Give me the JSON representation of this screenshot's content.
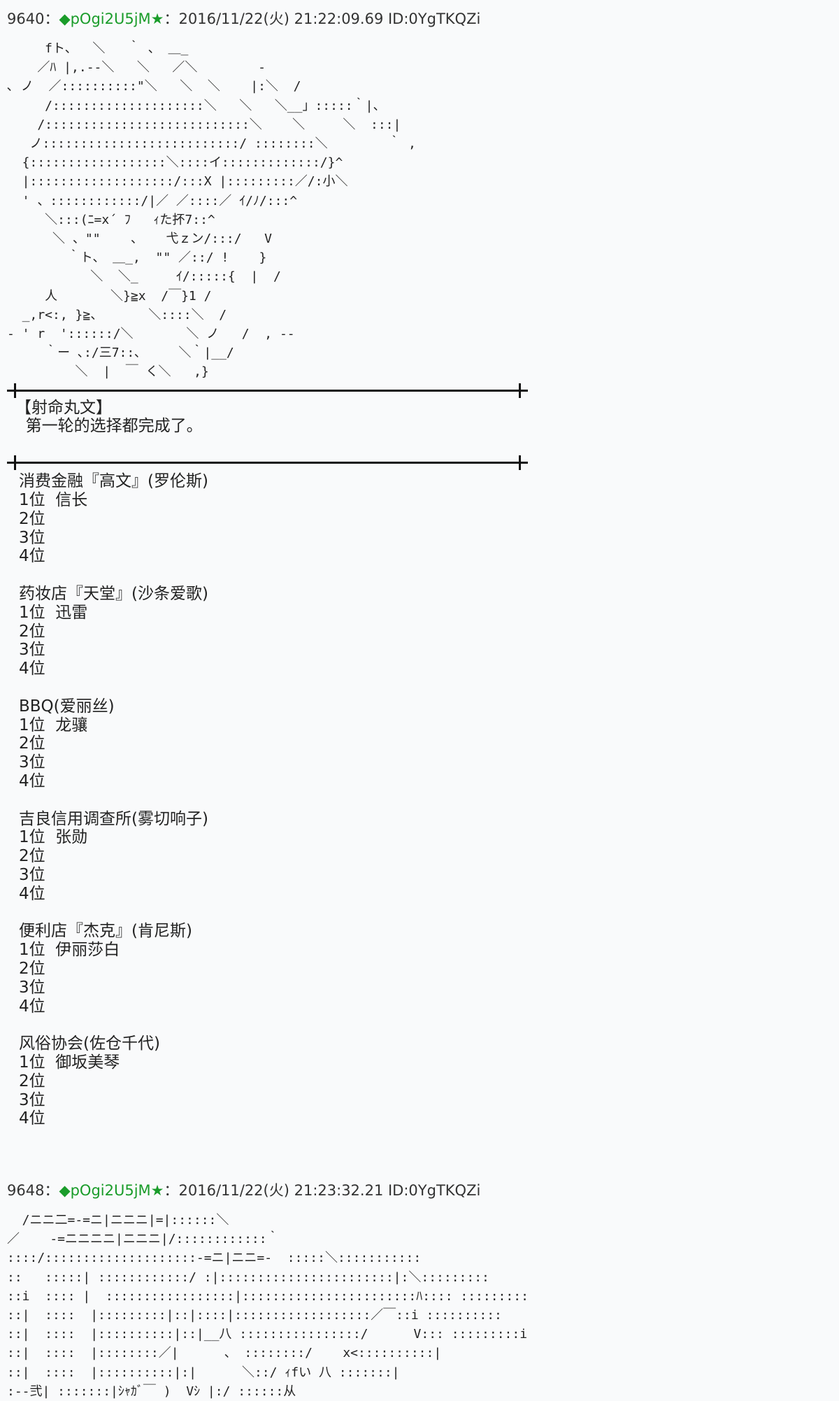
{
  "posts": [
    {
      "number": "9640",
      "sep": "：",
      "trip": "◆pOgi2U5jM★",
      "colon": "：",
      "datetime": "2016/11/22(火) 21:22:09.69 ID:0YgTKQZi",
      "aa": "     fト、  ＼   ｀ 、 ＿_\n    ／ﾊ |,.--＼   ＼   ／＼        -\n､ ノ  ／::::::::::\"＼   ＼  ＼    |:＼  /\n     /::::::::::::::::::::＼   ＼   ＼__」:::::｀|、\n    /:::::::::::::::::::::::::::＼    ＼     ＼  :::|\n   ノ::::::::::::::::::::::::::/ ::::::::＼        ｀ ,\n  {::::::::::::::::::＼::::イ:::::::::::::/}^\n  |:::::::::::::::::::/:::X |:::::::::／/:小＼\n  ' 、::::::::::::/|／ ／::::／ ｲ/ﾉ/:::^\n     ＼:::(ﾆ=x´ ﾌ   ｨた抔7::^\n      ＼ 、\"\"    、   弋ｚン/:::/   V\n        ｀ト、 ＿_,  \"\" ／::/ !    }\n           ＼  ＼_     ｲ/:::::{  |  /\n     人       ＼}≧x  /￣}1 /\n  _,r<:, }≧、      ＼::::＼  /\n- ' r  '::::::/＼       ＼ ノ   /  , --\n     ｀ー ､:/三7::､     ＼｀|__/\n         ＼  |  ￣ く＼   ,}"
    },
    {
      "number": "9648",
      "sep": "：",
      "trip": "◆pOgi2U5jM★",
      "colon": "：",
      "datetime": "2016/11/22(火) 21:23:32.21 ID:0YgTKQZi",
      "aa": "  /ニニ二=-=ニ|ニニニ|=|::::::＼\n／    -=ニニニニ|ニニニ|/::::::::::::｀\n::::/::::::::::::::::::::-=ニ|ニニ=-  :::::＼:::::::::::\n::   :::::| ::::::::::::/ :|:::::::::::::::::::::::|:＼:::::::::\n::i  :::: |  :::::::::::::::::|:::::::::::::::::::::::ﾊ:::: :::::::::\n::|  ::::  |:::::::::|::|::::|::::::::::::::::::／￣::i ::::::::::\n::|  ::::  |::::::::::|::|__八 ::::::::::::::::/      V::: :::::::::i\n::|  ::::  |::::::::／|      、 ::::::::/    x<::::::::::|\n::|  ::::  |::::::::::|:|      ＼::/ ｨfい 八 :::::::|\n:--弐| :::::::|ｼｬｶﾞ￣ )  Vｼ |:/ ::::::从"
    }
  ],
  "notice": {
    "lines": [
      "【射命丸文】",
      "  第一轮的选择都完成了。"
    ]
  },
  "rankings": [
    {
      "shop": "消费金融『高文』(罗伦斯)",
      "ranks": [
        "1位  信长",
        "2位",
        "3位",
        "4位"
      ]
    },
    {
      "shop": "药妆店『天堂』(沙条爱歌)",
      "ranks": [
        "1位  迅雷",
        "2位",
        "3位",
        "4位"
      ]
    },
    {
      "shop": "BBQ(爱丽丝)",
      "ranks": [
        "1位  龙骧",
        "2位",
        "3位",
        "4位"
      ]
    },
    {
      "shop": "吉良信用调查所(雾切响子)",
      "ranks": [
        "1位  张勋",
        "2位",
        "3位",
        "4位"
      ]
    },
    {
      "shop": "便利店『杰克』(肯尼斯)",
      "ranks": [
        "1位  伊丽莎白",
        "2位",
        "3位",
        "4位"
      ]
    },
    {
      "shop": "风俗协会(佐仓千代)",
      "ranks": [
        "1位  御坂美琴",
        "2位",
        "3位",
        "4位"
      ]
    }
  ]
}
